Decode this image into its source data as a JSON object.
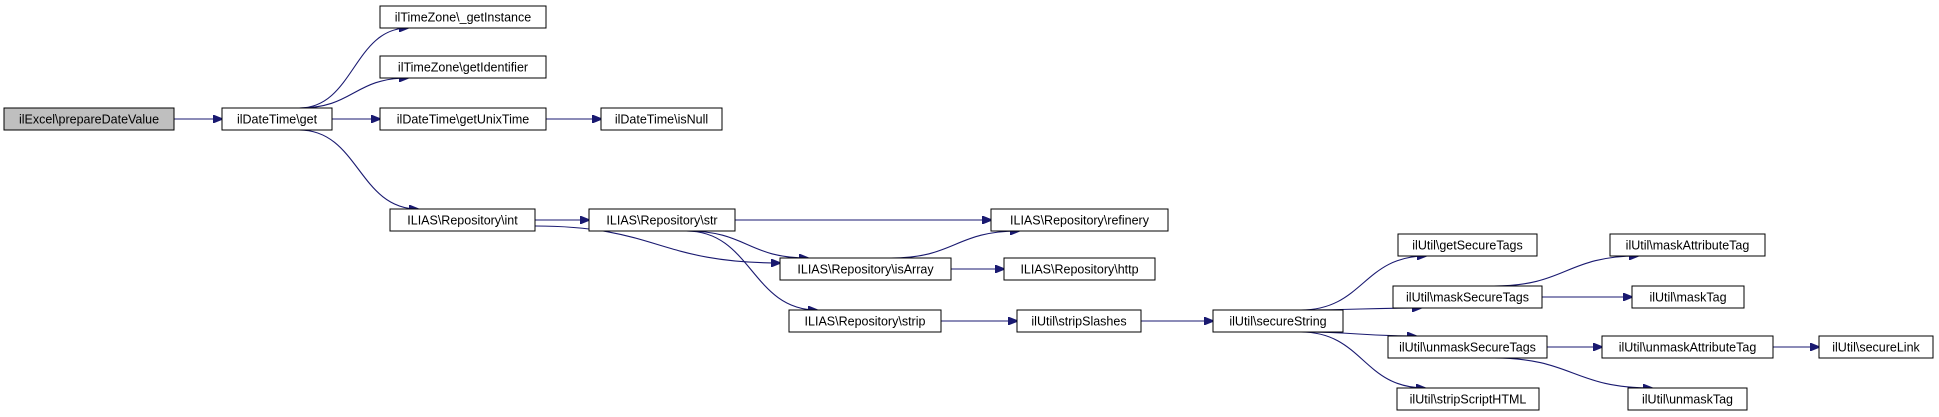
{
  "colors": {
    "edge": "#191970",
    "root_fill": "#bfbfbf",
    "node_fill": "#ffffff",
    "border": "#000000"
  },
  "nodes": [
    {
      "id": "n0",
      "label": "ilExcel\\prepareDateValue",
      "root": true
    },
    {
      "id": "n1",
      "label": "ilDateTime\\get"
    },
    {
      "id": "n2",
      "label": "ilTimeZone\\_getInstance"
    },
    {
      "id": "n3",
      "label": "ilTimeZone\\getIdentifier"
    },
    {
      "id": "n4",
      "label": "ilDateTime\\getUnixTime"
    },
    {
      "id": "n5",
      "label": "ilDateTime\\isNull"
    },
    {
      "id": "n6",
      "label": "ILIAS\\Repository\\int"
    },
    {
      "id": "n7",
      "label": "ILIAS\\Repository\\str"
    },
    {
      "id": "n8",
      "label": "ILIAS\\Repository\\refinery"
    },
    {
      "id": "n9",
      "label": "ILIAS\\Repository\\isArray"
    },
    {
      "id": "n10",
      "label": "ILIAS\\Repository\\http"
    },
    {
      "id": "n11",
      "label": "ILIAS\\Repository\\strip"
    },
    {
      "id": "n12",
      "label": "ilUtil\\stripSlashes"
    },
    {
      "id": "n13",
      "label": "ilUtil\\secureString"
    },
    {
      "id": "n14",
      "label": "ilUtil\\getSecureTags"
    },
    {
      "id": "n15",
      "label": "ilUtil\\maskSecureTags"
    },
    {
      "id": "n16",
      "label": "ilUtil\\unmaskSecureTags"
    },
    {
      "id": "n17",
      "label": "ilUtil\\stripScriptHTML"
    },
    {
      "id": "n18",
      "label": "ilUtil\\maskAttributeTag"
    },
    {
      "id": "n19",
      "label": "ilUtil\\maskTag"
    },
    {
      "id": "n20",
      "label": "ilUtil\\unmaskAttributeTag"
    },
    {
      "id": "n21",
      "label": "ilUtil\\unmaskTag"
    },
    {
      "id": "n22",
      "label": "ilUtil\\secureLink"
    }
  ],
  "edges": [
    [
      "n0",
      "n1"
    ],
    [
      "n1",
      "n2"
    ],
    [
      "n1",
      "n3"
    ],
    [
      "n1",
      "n4"
    ],
    [
      "n1",
      "n5"
    ],
    [
      "n1",
      "n6"
    ],
    [
      "n4",
      "n5"
    ],
    [
      "n6",
      "n7"
    ],
    [
      "n6",
      "n8"
    ],
    [
      "n6",
      "n9"
    ],
    [
      "n7",
      "n8"
    ],
    [
      "n7",
      "n9"
    ],
    [
      "n7",
      "n11"
    ],
    [
      "n9",
      "n8"
    ],
    [
      "n9",
      "n10"
    ],
    [
      "n11",
      "n12"
    ],
    [
      "n12",
      "n13"
    ],
    [
      "n13",
      "n14"
    ],
    [
      "n13",
      "n15"
    ],
    [
      "n13",
      "n16"
    ],
    [
      "n13",
      "n17"
    ],
    [
      "n15",
      "n18"
    ],
    [
      "n15",
      "n19"
    ],
    [
      "n16",
      "n20"
    ],
    [
      "n16",
      "n21"
    ],
    [
      "n20",
      "n22"
    ]
  ]
}
